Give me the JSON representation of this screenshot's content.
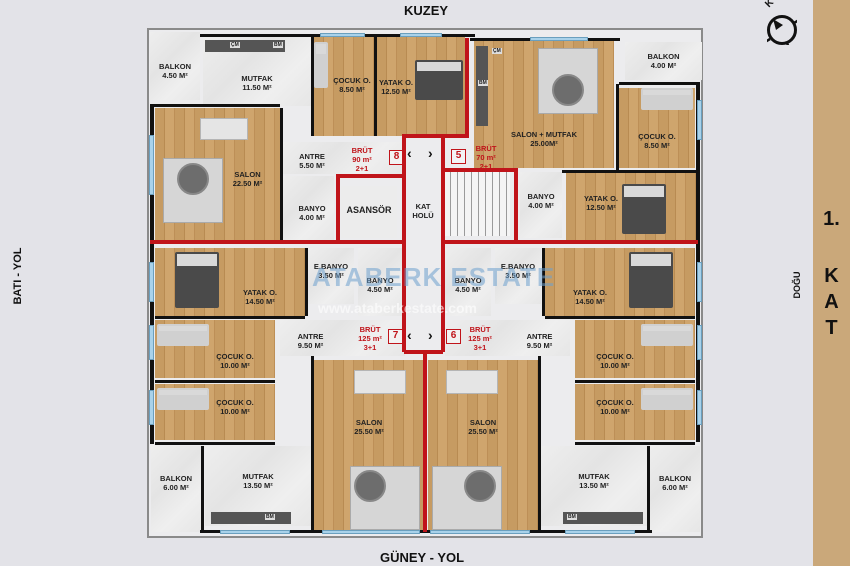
{
  "directions": {
    "north": "KUZEY",
    "south": "GÜNEY - YOL",
    "west": "BATI - YOL",
    "east": "DOĞU",
    "compass_letter": "K"
  },
  "floor": {
    "number": "1.",
    "letters": [
      "K",
      "A",
      "T"
    ]
  },
  "watermark": {
    "brand": "ATABERK ESTATE",
    "url": "www.ataberkestate.com"
  },
  "colors": {
    "unit_border": "#c0141a",
    "wall": "#111111",
    "floor_band": "#caa87a",
    "background": "#e3e3e8"
  },
  "core": {
    "elevator": "ASANSÖR",
    "hall_line1": "KAT",
    "hall_line2": "HOLÜ"
  },
  "units": [
    {
      "no": "8",
      "brut_label": "BRÜT",
      "brut_area": "90 m²",
      "rooms_type": "2+1",
      "rooms": [
        {
          "name": "BALKON",
          "area": "4.50 m²"
        },
        {
          "name": "MUTFAK",
          "area": "11.50 m²"
        },
        {
          "name": "ÇOCUK O.",
          "area": "8.50 m²"
        },
        {
          "name": "YATAK O.",
          "area": "12.50 m²"
        },
        {
          "name": "SALON",
          "area": "22.50 m²"
        },
        {
          "name": "ANTRE",
          "area": "5.50 m²"
        },
        {
          "name": "BANYO",
          "area": "4.00 m²"
        }
      ],
      "appliances": [
        "ÇM",
        "BM"
      ]
    },
    {
      "no": "5",
      "brut_label": "BRÜT",
      "brut_area": "70 m²",
      "rooms_type": "2+1",
      "rooms": [
        {
          "name": "SALON + MUTFAK",
          "area": "25.00m²"
        },
        {
          "name": "BALKON",
          "area": "4.00 m²"
        },
        {
          "name": "ÇOCUK O.",
          "area": "8.50 m²"
        },
        {
          "name": "BANYO",
          "area": "4.00 m²"
        },
        {
          "name": "YATAK O.",
          "area": "12.50 m²"
        }
      ],
      "appliances": [
        "ÇM",
        "BM"
      ]
    },
    {
      "no": "7",
      "brut_label": "BRÜT",
      "brut_area": "125 m²",
      "rooms_type": "3+1",
      "rooms": [
        {
          "name": "YATAK O.",
          "area": "14.50 m²"
        },
        {
          "name": "E.BANYO",
          "area": "3.50 m²"
        },
        {
          "name": "BANYO",
          "area": "4.50 m²"
        },
        {
          "name": "ANTRE",
          "area": "9.50 m²"
        },
        {
          "name": "ÇOCUK O.",
          "area": "10.00 m²"
        },
        {
          "name": "ÇOCUK O.",
          "area": "10.00 m²"
        },
        {
          "name": "SALON",
          "area": "25.50 m²"
        },
        {
          "name": "BALKON",
          "area": "6.00 m²"
        },
        {
          "name": "MUTFAK",
          "area": "13.50 m²"
        }
      ],
      "appliances": [
        "BM"
      ]
    },
    {
      "no": "6",
      "brut_label": "BRÜT",
      "brut_area": "125 m²",
      "rooms_type": "3+1",
      "rooms": [
        {
          "name": "BANYO",
          "area": "4.50 m²"
        },
        {
          "name": "E.BANYO",
          "area": "3.50 m²"
        },
        {
          "name": "YATAK O.",
          "area": "14.50 m²"
        },
        {
          "name": "ANTRE",
          "area": "9.50 m²"
        },
        {
          "name": "ÇOCUK O.",
          "area": "10.00 m²"
        },
        {
          "name": "ÇOCUK O.",
          "area": "10.00 m²"
        },
        {
          "name": "SALON",
          "area": "25.50 m²"
        },
        {
          "name": "MUTFAK",
          "area": "13.50 m²"
        },
        {
          "name": "BALKON",
          "area": "6.00 m²"
        }
      ],
      "appliances": [
        "BM"
      ]
    }
  ]
}
